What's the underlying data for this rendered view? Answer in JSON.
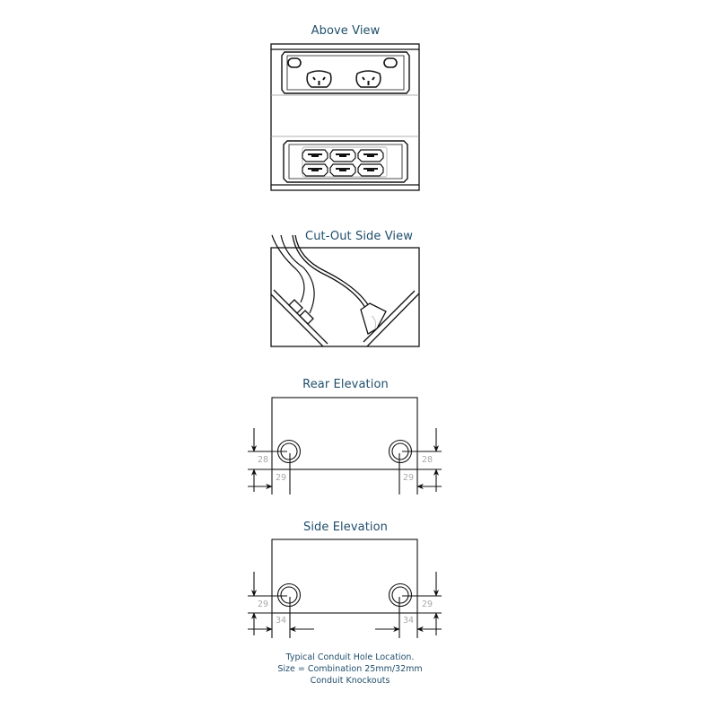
{
  "views": {
    "above": {
      "title": "Above View",
      "power_outlets": 2,
      "data_ports": 6
    },
    "cutout": {
      "title": "Cut-Out Side View"
    },
    "rear": {
      "title": "Rear Elevation",
      "dim_vertical": "28",
      "dim_horizontal": "29"
    },
    "side": {
      "title": "Side Elevation",
      "dim_vertical": "29",
      "dim_horizontal": "34"
    }
  },
  "note": {
    "line1": "Typical Conduit Hole Location.",
    "line2": "Size = Combination 25mm/32mm",
    "line3": "Conduit Knockouts"
  },
  "colors": {
    "title": "#1f4e6b",
    "line": "#111111",
    "dimension_text": "#a8a8a8"
  }
}
